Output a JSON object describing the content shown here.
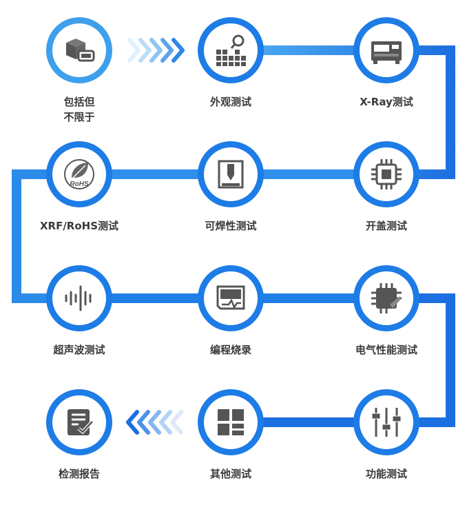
{
  "steps": [
    {
      "label": "包括但\n不限于",
      "icon": "package-box-icon"
    },
    {
      "label": "外观测试",
      "icon": "magnifier-inspection-icon"
    },
    {
      "label": "X-Ray测试",
      "icon": "xray-machine-icon"
    },
    {
      "label": "开盖测试",
      "icon": "chip-icon"
    },
    {
      "label": "可焊性测试",
      "icon": "solder-station-icon"
    },
    {
      "label": "XRF/RoHS测试",
      "icon": "rohs-leaf-icon",
      "icon_text": "RoHS"
    },
    {
      "label": "超声波测试",
      "icon": "ultrasonic-wave-icon"
    },
    {
      "label": "编程烧录",
      "icon": "programming-board-icon"
    },
    {
      "label": "电气性能测试",
      "icon": "electrical-chip-icon"
    },
    {
      "label": "功能测试",
      "icon": "sliders-icon"
    },
    {
      "label": "其他测试",
      "icon": "grid-blocks-icon"
    },
    {
      "label": "检测报告",
      "icon": "report-checklist-icon"
    }
  ],
  "colors": {
    "primary": "#1d7ce6",
    "light": "#3ea0ec",
    "icon": "#555555"
  }
}
